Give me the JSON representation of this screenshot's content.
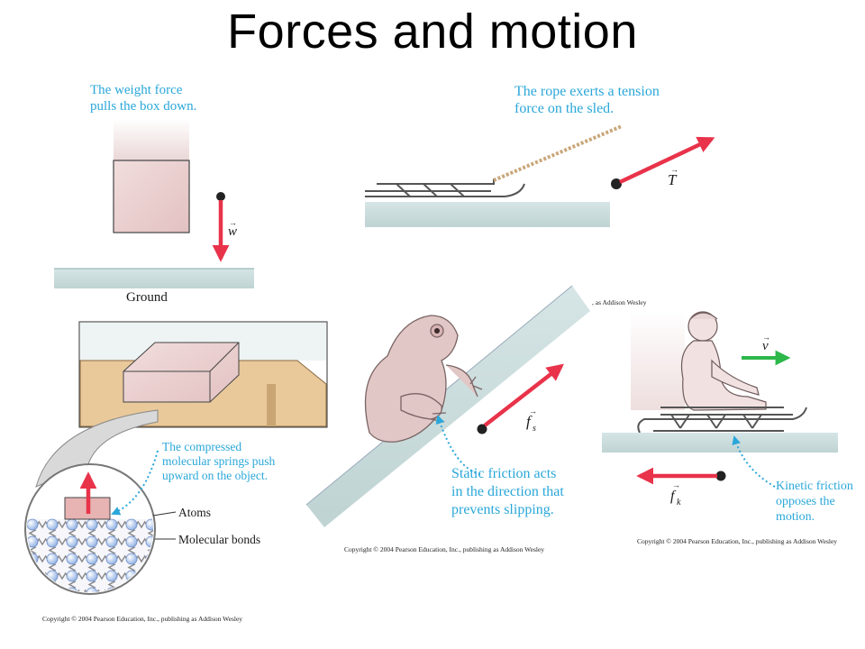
{
  "title": "Forces and motion",
  "panels": {
    "weight": {
      "caption_lines": [
        "The weight force",
        "pulls the box down."
      ],
      "vector": "w",
      "ground_label": "Ground"
    },
    "tension": {
      "caption_lines": [
        "The rope exerts a tension",
        "force on the sled."
      ],
      "vector": "T"
    },
    "normal": {
      "caption_lines": [
        "The compressed",
        "molecular springs push",
        "upward on the object."
      ],
      "atoms_label": "Atoms",
      "bonds_label": "Molecular bonds",
      "copyright": "Copyright © 2004 Pearson Education, Inc., publishing as Addison Wesley"
    },
    "static_friction": {
      "caption_lines": [
        "Static friction acts",
        "in the direction that",
        "prevents slipping."
      ],
      "vector": "f",
      "subscript": "s",
      "copyright": "Copyright © 2004 Pearson Education, Inc., publishing as Addison Wesley"
    },
    "kinetic_friction": {
      "caption_lines": [
        "Kinetic friction",
        "opposes the",
        "motion."
      ],
      "velocity_vector": "v",
      "vector": "f",
      "subscript": "k",
      "top_copyright": ", as Addison Wesley",
      "copyright": "Copyright © 2004 Pearson Education, Inc., publishing as Addison Wesley"
    }
  },
  "colors": {
    "caption": "#2aa7d9",
    "force_arrow": "#e8334a",
    "velocity_arrow": "#2db84a",
    "ground": "#c9dada",
    "box": "#ecd3d3",
    "frog": "#e2c7c7"
  }
}
